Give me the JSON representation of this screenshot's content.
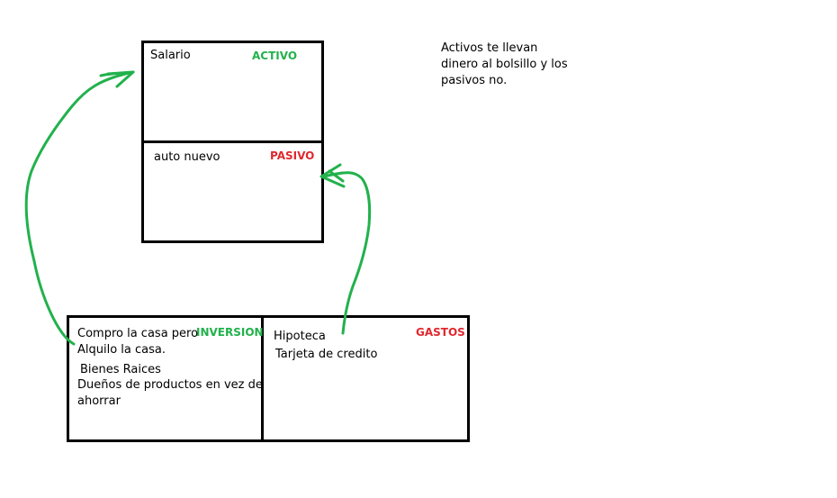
{
  "top_box": {
    "upper": {
      "text": "Salario",
      "label": "ACTIVO"
    },
    "lower": {
      "text": "auto nuevo",
      "label": "PASIVO"
    }
  },
  "bottom_box": {
    "left": {
      "label": "INVERSION",
      "lines": [
        "Compro la casa pero",
        "Alquilo la casa.",
        "Bienes Raices",
        "Dueños de productos en vez de",
        "ahorrar"
      ]
    },
    "right": {
      "label": "GASTOS",
      "lines": [
        "Hipoteca",
        "Tarjeta de credito"
      ]
    }
  },
  "note": [
    "Activos te llevan",
    "dinero al bolsillo y los",
    "pasivos no."
  ],
  "colors": {
    "green": "#22b14c",
    "red": "#e0282e",
    "border": "#000000"
  }
}
